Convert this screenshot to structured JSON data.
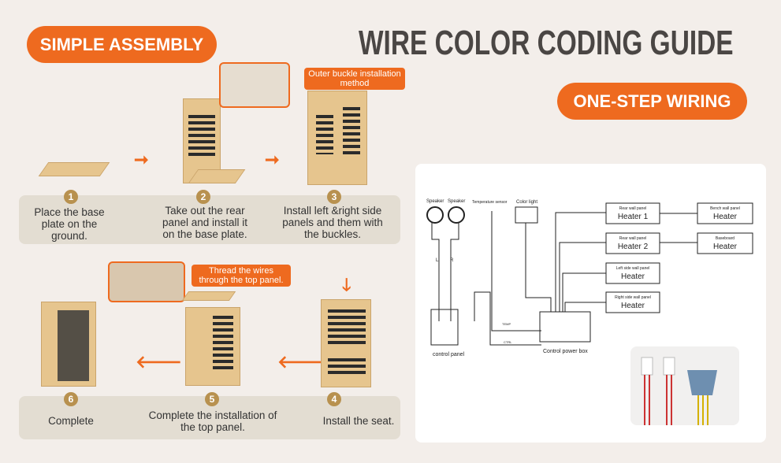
{
  "header": {
    "left_badge": "SIMPLE ASSEMBLY",
    "title": "WIRE COLOR CODING GUIDE",
    "right_badge": "ONE-STEP WIRING"
  },
  "colors": {
    "accent": "#ee6a1f",
    "band": "#e3ddd2",
    "step_number": "#b8914f",
    "title": "#4a4644"
  },
  "callouts": {
    "buckle": "Outer buckle installation method",
    "wires": "Thread the wires through the top panel."
  },
  "steps": [
    {
      "num": "1",
      "text": "Place the base plate on the ground."
    },
    {
      "num": "2",
      "text": "Take out the rear panel and install it on the base plate."
    },
    {
      "num": "3",
      "text": "Install left &right side panels and them with the buckles."
    },
    {
      "num": "4",
      "text": "Install the seat."
    },
    {
      "num": "5",
      "text": "Complete the installation of the top panel."
    },
    {
      "num": "6",
      "text": "Complete"
    }
  ],
  "diagram": {
    "speaker1": "Speaker",
    "speaker2": "Speaker",
    "temp_sensor": "Temperature sensor",
    "color_light": "Color light",
    "left": "L",
    "right": "R",
    "temp_label": "TEMP",
    "ctrl_label": "CTRL",
    "control_panel": "control panel",
    "power_box": "Control power box",
    "heaters": [
      {
        "sub": "Rear wall panel",
        "name": "Heater 1"
      },
      {
        "sub": "Rear wall panel",
        "name": "Heater 2"
      },
      {
        "sub": "Left side wall panel",
        "name": "Heater"
      },
      {
        "sub": "Right side wall panel",
        "name": "Heater"
      },
      {
        "sub": "Bench wall panel",
        "name": "Heater"
      },
      {
        "sub": "Baseboard",
        "name": "Heater"
      }
    ]
  }
}
